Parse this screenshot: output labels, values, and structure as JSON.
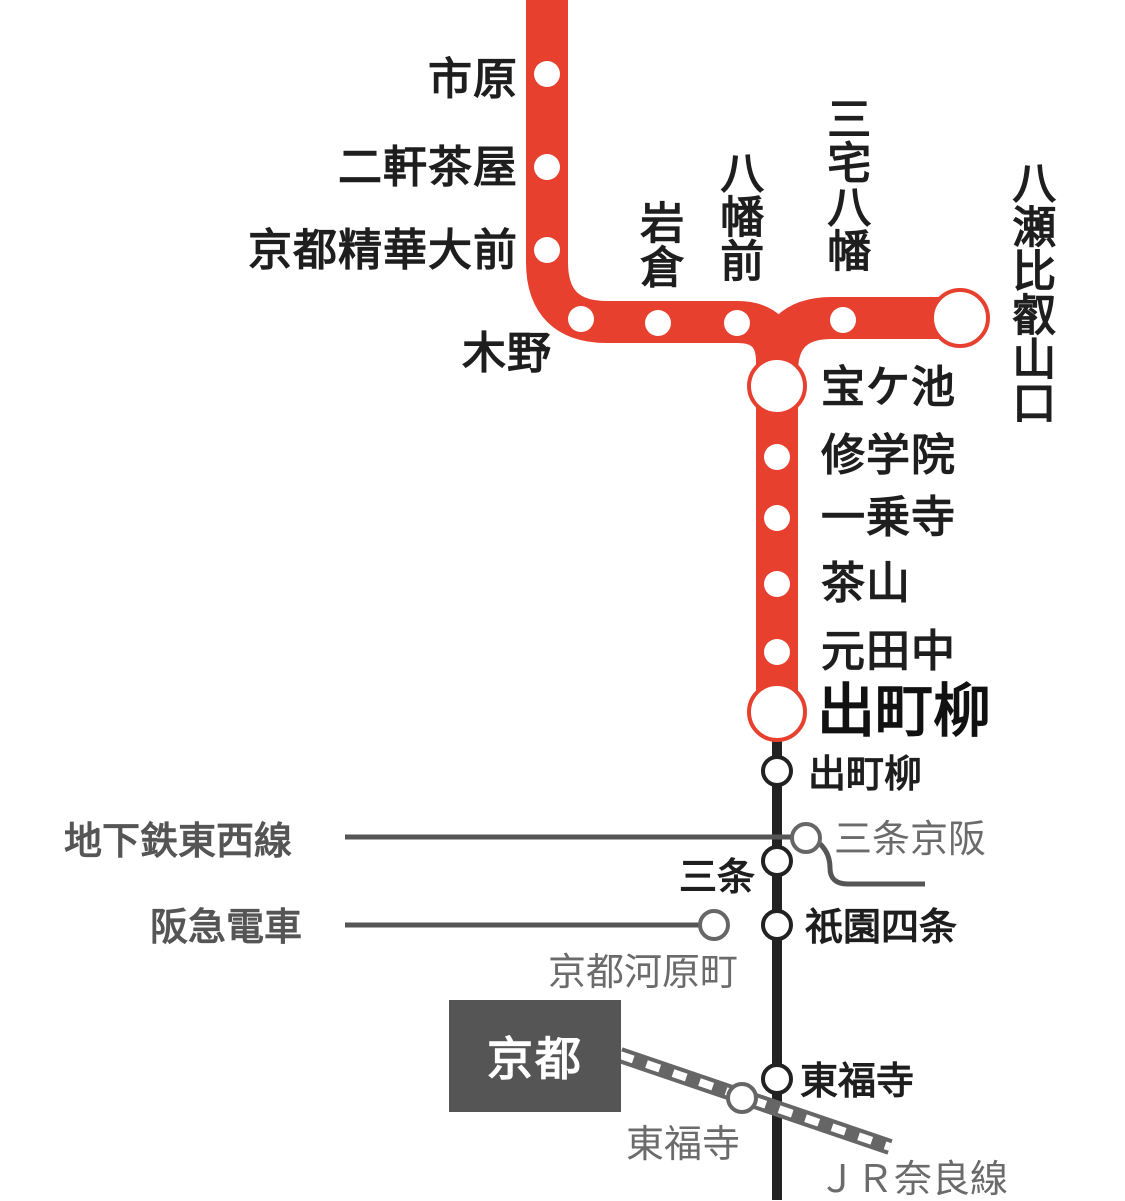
{
  "colors": {
    "eizan_line": "#e8402f",
    "keihan_line": "#222222",
    "connector_line": "#555555",
    "kyoto_box": "#555555"
  },
  "stations": {
    "ichihara": "市原",
    "nikenchaya": "二軒茶屋",
    "kyoto_seika_daimae": "京都精華大前",
    "kino": "木野",
    "iwakura": "岩倉",
    "hachiman_mae": "八幡前",
    "miyake_hachiman": "三宅八幡",
    "yase_hieizanguchi": "八瀬比叡山口",
    "takaragaike": "宝ケ池",
    "shugakuin": "修学院",
    "ichijoji": "一乗寺",
    "chayama": "茶山",
    "mototanaka": "元田中",
    "demachiyanagi_eizan": "出町柳",
    "demachiyanagi_keihan": "出町柳",
    "sanjo_keihan": "三条京阪",
    "sanjo": "三条",
    "gion_shijo": "祇園四条",
    "kyoto_kawaramachi": "京都河原町",
    "tofukuji_keihan": "東福寺",
    "tofukuji_jr": "東福寺",
    "kyoto": "京都"
  },
  "lines": {
    "subway_tozai": "地下鉄東西線",
    "hankyu": "阪急電車",
    "jr_nara": "ＪＲ奈良線"
  }
}
